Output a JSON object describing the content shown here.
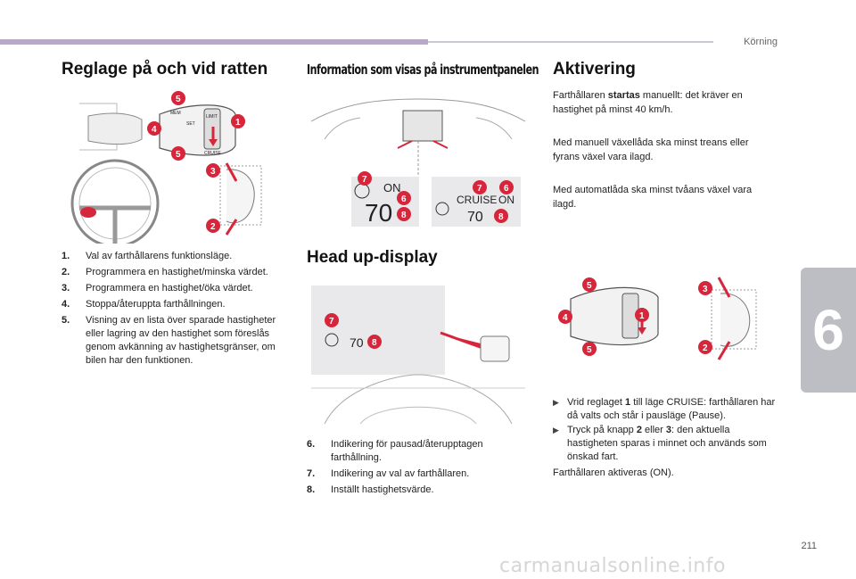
{
  "header": {
    "section": "Körning"
  },
  "chapter": {
    "number": "6"
  },
  "footer": {
    "page_number": "211",
    "watermark": "carmanualsonline.info"
  },
  "reglage": {
    "title": "Reglage på och vid ratten",
    "items": [
      {
        "num": "1.",
        "text": "Val av farthållarens funktionsläge."
      },
      {
        "num": "2.",
        "text": "Programmera en hastighet/minska värdet."
      },
      {
        "num": "3.",
        "text": "Programmera en hastighet/öka värdet."
      },
      {
        "num": "4.",
        "text": "Stoppa/återuppta farthållningen."
      },
      {
        "num": "5.",
        "text": "Visning av en lista över sparade hastigheter eller lagring av den hastighet som föreslås genom avkänning av hastighetsgränser, om bilen har den funktionen."
      }
    ]
  },
  "info": {
    "title": "Information som visas på instrumentpanelen",
    "display1": {
      "status": "ON",
      "speed": "70"
    },
    "display2": {
      "mode": "CRUISE",
      "status": "ON",
      "speed": "70"
    }
  },
  "hud": {
    "title": "Head up-display",
    "speed": "70",
    "items": [
      {
        "num": "6.",
        "text": "Indikering för pausad/återupptagen farthållning."
      },
      {
        "num": "7.",
        "text": "Indikering av val av farthållaren."
      },
      {
        "num": "8.",
        "text": "Inställt hastighetsvärde."
      }
    ]
  },
  "aktivering": {
    "title": "Aktivering",
    "p1_before": "Farthållaren ",
    "p1_bold": "startas",
    "p1_after": " manuellt: det kräver en hastighet på minst 40 km/h.",
    "p2": "Med manuell växellåda ska minst treans eller fyrans växel vara ilagd.",
    "p3": "Med automatlåda ska minst tvåans växel vara ilagd.",
    "bullet1_a": "Vrid reglaget ",
    "bullet1_b": "1",
    "bullet1_c": " till läge CRUISE: farthållaren har då valts och står i pausläge (Pause).",
    "bullet2_a": "Tryck på knapp ",
    "bullet2_b": "2",
    "bullet2_c": " eller ",
    "bullet2_d": "3",
    "bullet2_e": ": den aktuella hastigheten sparas i minnet och används som önskad fart.",
    "closing": "Farthållaren aktiveras (ON)."
  },
  "callouts": [
    "1",
    "2",
    "3",
    "4",
    "5",
    "6",
    "7",
    "8"
  ],
  "lever_labels": {
    "mem": "MEM",
    "set": "SET",
    "limit": "LIMIT",
    "cruise": "CRUISE"
  },
  "colors": {
    "accent_red": "#d6263b",
    "bar": "#b7a9c7",
    "tab": "#bdbdc4"
  }
}
